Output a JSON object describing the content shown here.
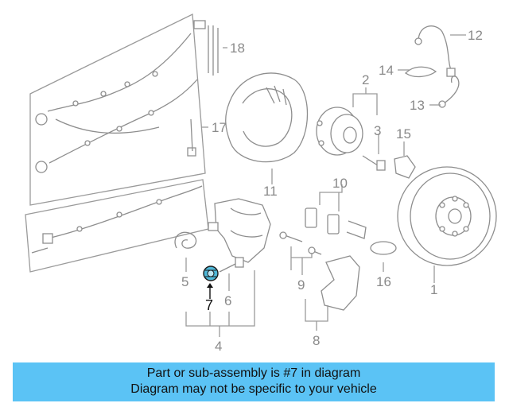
{
  "diagram": {
    "callouts": [
      "1",
      "2",
      "3",
      "4",
      "5",
      "6",
      "7",
      "8",
      "9",
      "10",
      "11",
      "12",
      "13",
      "14",
      "15",
      "16",
      "17",
      "18"
    ],
    "highlighted": "7",
    "highlight_color": "#4fb8d8"
  },
  "banner": {
    "line1": "Part or sub-assembly is #7 in diagram",
    "line2": "Diagram may not be specific to your vehicle",
    "background": "#5bc3f5"
  }
}
